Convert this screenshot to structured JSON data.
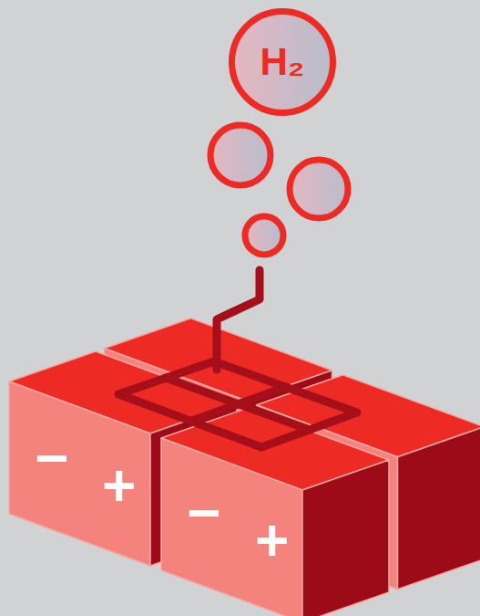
{
  "diagram": {
    "nodes": [
      {
        "text": [
          "H₂"
        ]
      }
    ],
    "labels": [
      "−",
      "+",
      "−",
      "+"
    ]
  }
}
